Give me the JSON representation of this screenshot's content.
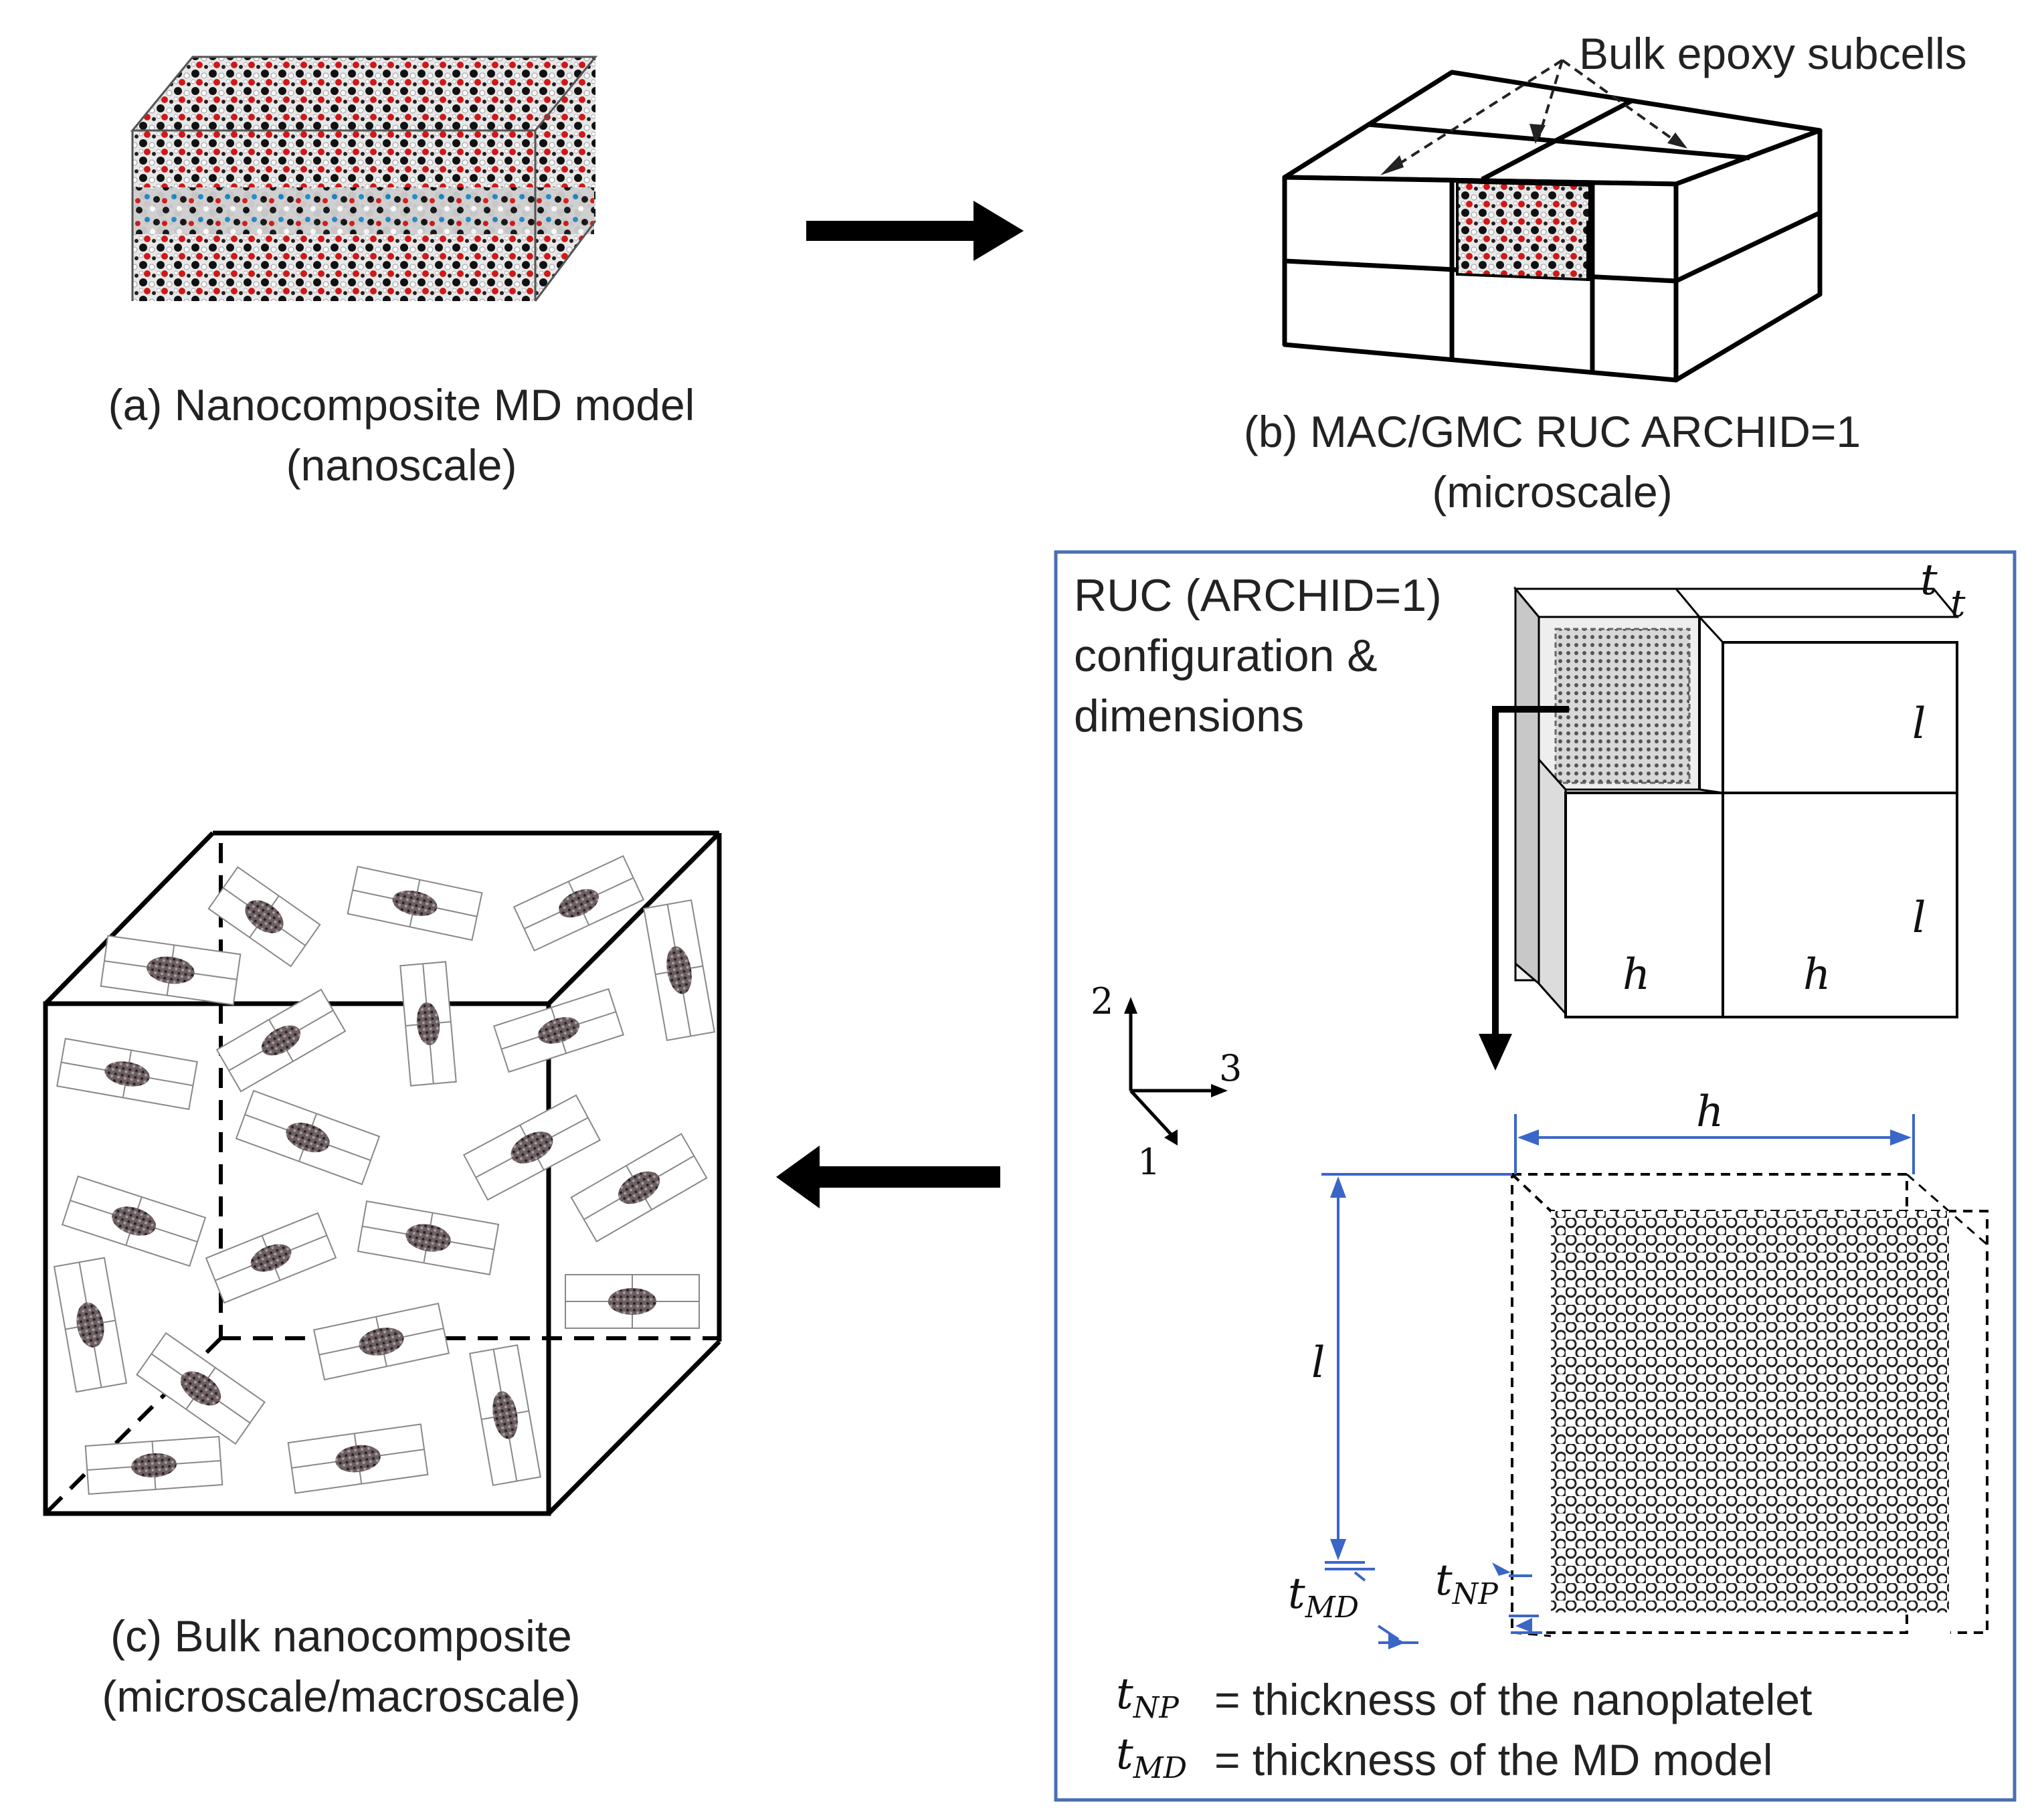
{
  "captions": {
    "a_line1": "(a) Nanocomposite MD model",
    "a_line2": "(nanoscale)",
    "b_line1": "(b) MAC/GMC RUC ARCHID=1",
    "b_line2": "(microscale)",
    "c_line1": "(c) Bulk nanocomposite",
    "c_line2": "(microscale/macroscale)"
  },
  "labels": {
    "bulk_epoxy": "Bulk epoxy subcells",
    "ruc_line1": "RUC (ARCHID=1)",
    "ruc_line2": "configuration &",
    "ruc_line3": "dimensions"
  },
  "dims": {
    "t": "t",
    "l": "l",
    "h": "h",
    "t_base": "t",
    "np_sub": "NP",
    "md_sub": "MD"
  },
  "axes": {
    "x2": "2",
    "x3": "3",
    "x1": "1"
  },
  "legend": {
    "np_desc": "= thickness of the nanoplatelet",
    "md_desc": "= thickness of the MD model"
  },
  "colors": {
    "dimension_blue": "#3a66c8",
    "frame_blue": "#4a6fb5"
  }
}
